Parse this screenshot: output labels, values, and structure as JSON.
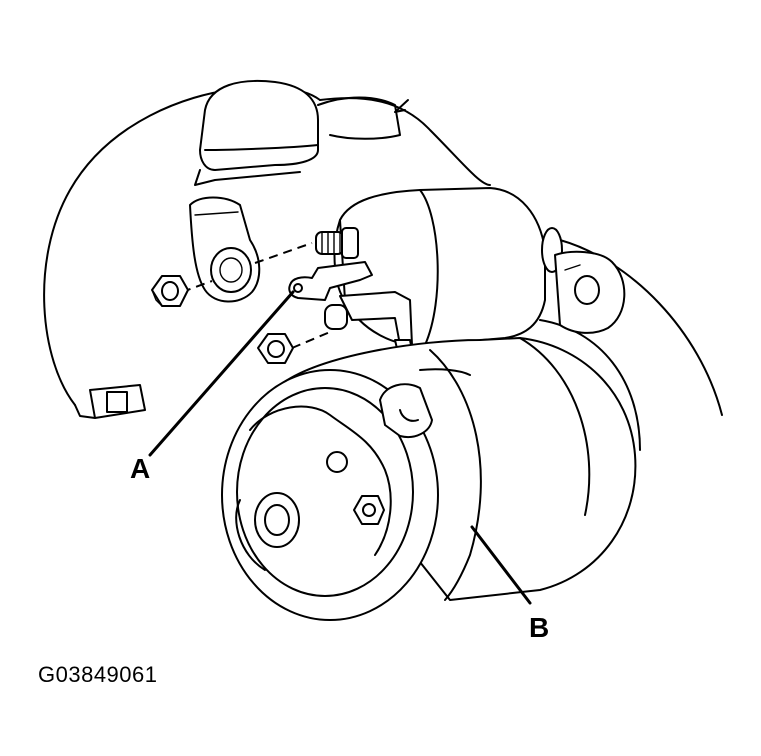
{
  "callouts": {
    "a": "A",
    "b": "B"
  },
  "figure_id": "G03849061"
}
